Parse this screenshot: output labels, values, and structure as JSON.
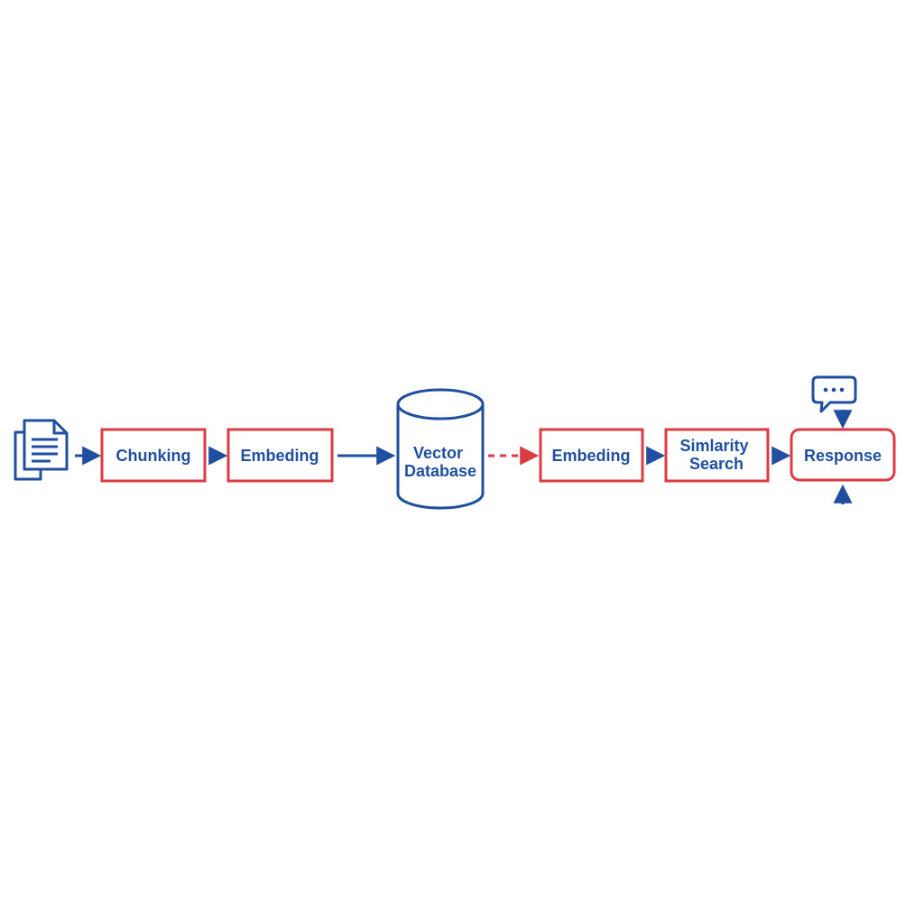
{
  "diagram": {
    "colors": {
      "blue": "#1f4f9e",
      "red": "#dc3b44",
      "background": "#ffffff"
    },
    "nodes": {
      "chunking": {
        "label": "Chunking"
      },
      "embedding1": {
        "label": "Embeding"
      },
      "vector_db": {
        "line1": "Vector",
        "line2": "Database"
      },
      "embedding2": {
        "label": "Embeding"
      },
      "similarity": {
        "line1": "Simlarity",
        "line2": "Search"
      },
      "response": {
        "label": "Response"
      }
    },
    "icons": {
      "source": "documents-icon",
      "chat": "chat-bubble-icon"
    },
    "edges": [
      {
        "from": "documents",
        "to": "chunking",
        "style": "solid",
        "color": "blue"
      },
      {
        "from": "chunking",
        "to": "embedding1",
        "style": "solid",
        "color": "blue"
      },
      {
        "from": "embedding1",
        "to": "vector_db",
        "style": "solid",
        "color": "blue"
      },
      {
        "from": "vector_db",
        "to": "embedding2",
        "style": "dashed",
        "color": "red"
      },
      {
        "from": "embedding2",
        "to": "similarity",
        "style": "solid",
        "color": "blue"
      },
      {
        "from": "similarity",
        "to": "response",
        "style": "solid",
        "color": "blue"
      },
      {
        "from": "chat",
        "to": "response",
        "style": "solid",
        "color": "blue"
      },
      {
        "from": "below",
        "to": "response",
        "style": "solid",
        "color": "blue"
      }
    ]
  }
}
